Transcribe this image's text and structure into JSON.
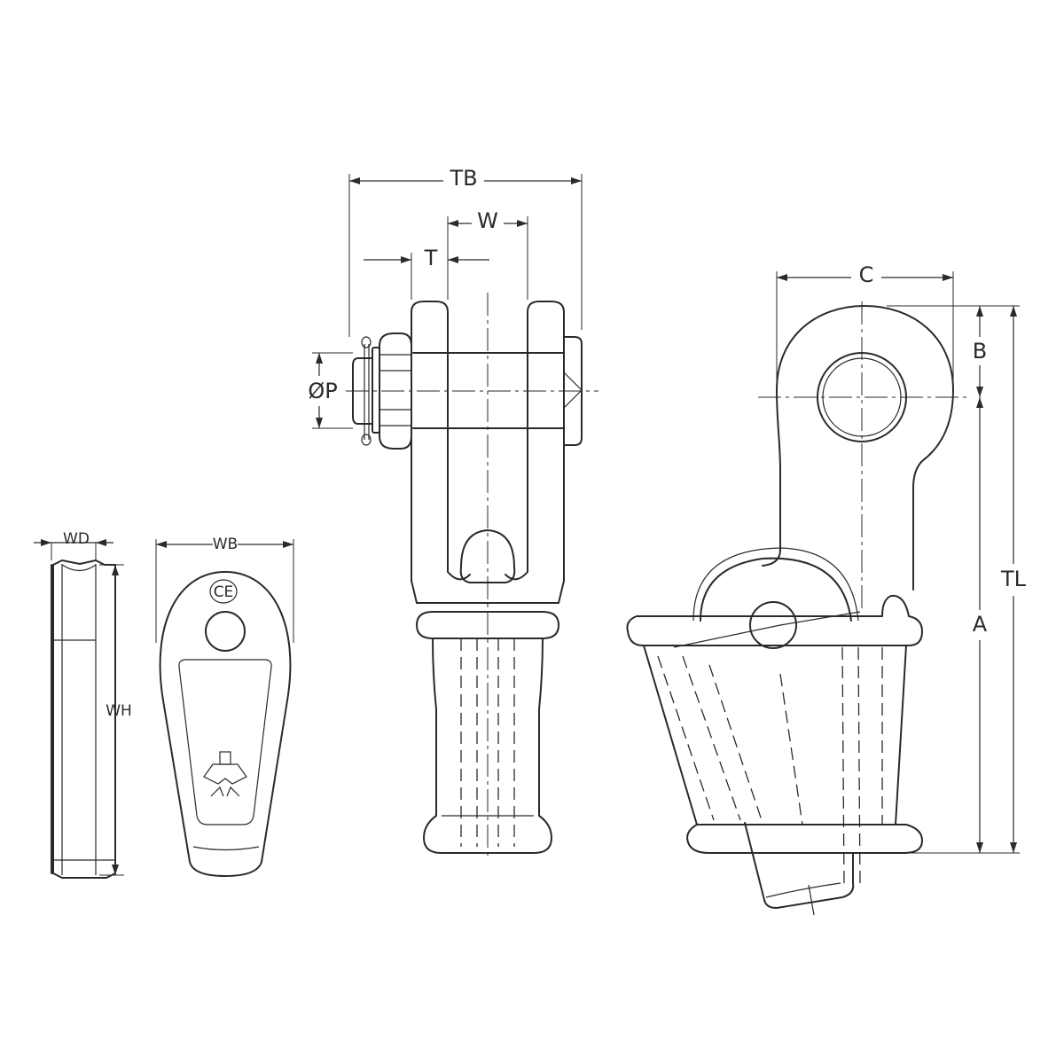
{
  "labels": {
    "tb": "TB",
    "w": "W",
    "t": "T",
    "p": "ØP",
    "c": "C",
    "b": "B",
    "a": "A",
    "tl": "TL",
    "wd": "WD",
    "wb": "WB",
    "wh": "WH"
  },
  "marks": {
    "ce": "CE"
  },
  "colors": {
    "line": "#2a2a2a",
    "background": "#ffffff"
  }
}
